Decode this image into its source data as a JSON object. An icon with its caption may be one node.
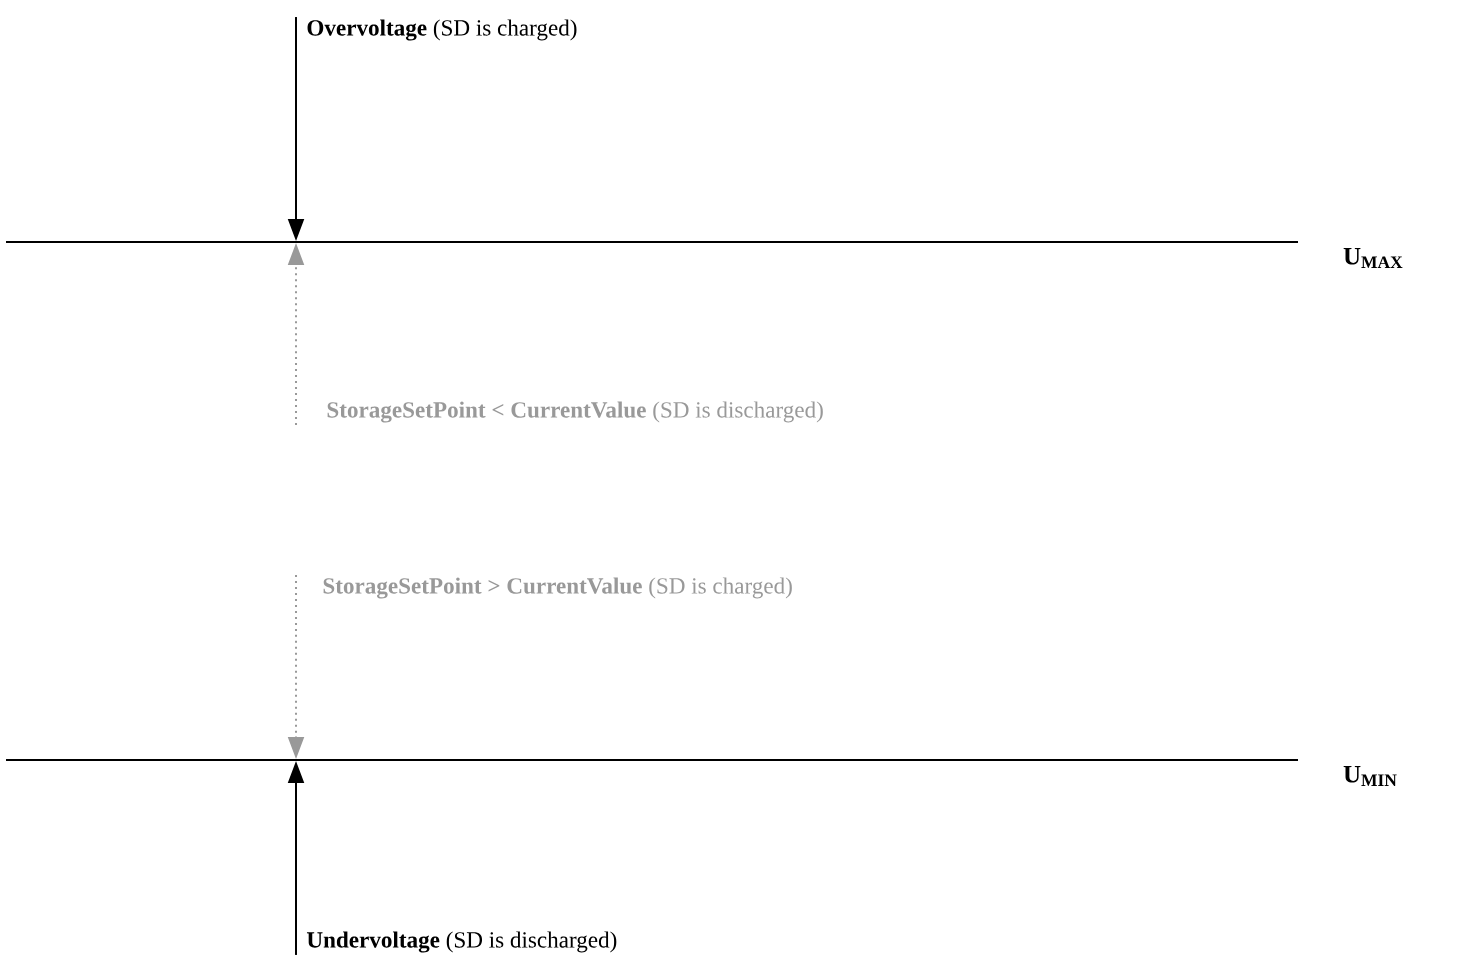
{
  "diagram": {
    "nodes": [
      {
        "text": [
          "**Overvoltage** (SD is charged)"
        ]
      },
      {
        "text": [],
        "shape": "bar",
        "beside": [
          "U$_{MAX}$"
        ]
      },
      {
        "text": [
          "**StorageSetPoint < CurrentValue** (SD is discharged)"
        ]
      },
      {
        "text": [
          "**StorageSetPoint > CurrentValue** (SD is charged)"
        ]
      },
      {
        "text": [],
        "shape": "bar",
        "beside": [
          "U$_{MIN}$"
        ]
      },
      {
        "text": [
          "**Undervoltage** (SD is discharged)"
        ]
      }
    ],
    "edges": [
      {
        "from": 0,
        "to": 1,
        "arrow": "to"
      },
      {
        "from": 2,
        "to": 1,
        "arrow": "to",
        "style": "dashed",
        "color": "#999999"
      },
      {
        "from": 3,
        "to": 4,
        "arrow": "to",
        "style": "dashed",
        "color": "#999999"
      },
      {
        "from": 5,
        "to": 4,
        "arrow": "to"
      }
    ]
  }
}
